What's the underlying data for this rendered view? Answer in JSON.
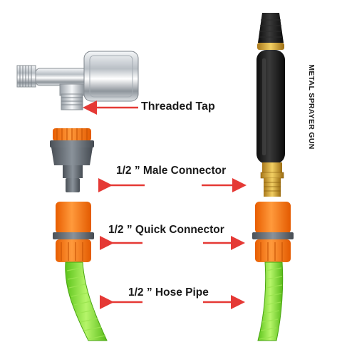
{
  "labels": {
    "threaded_tap": "Threaded Tap",
    "male_connector": "1/2 ” Male Connector",
    "quick_connector": "1/2 ” Quick Connector",
    "hose_pipe": "1/2 ” Hose Pipe",
    "sprayer_gun": "METAL SPRAYER GUN"
  },
  "colors": {
    "arrow": "#e53935",
    "connector_orange": "#ff7a1a",
    "connector_grey": "#5f6770",
    "hose_green": "#7ee02c",
    "sprayer_black": "#1c1c1c",
    "brass": "#d4a12a",
    "chrome": "#c9ced3"
  },
  "icons": [
    "threaded-tap-image",
    "male-connector-image",
    "quick-connector-image",
    "hose-pipe-image",
    "metal-sprayer-gun-image",
    "red-arrow-icon"
  ]
}
